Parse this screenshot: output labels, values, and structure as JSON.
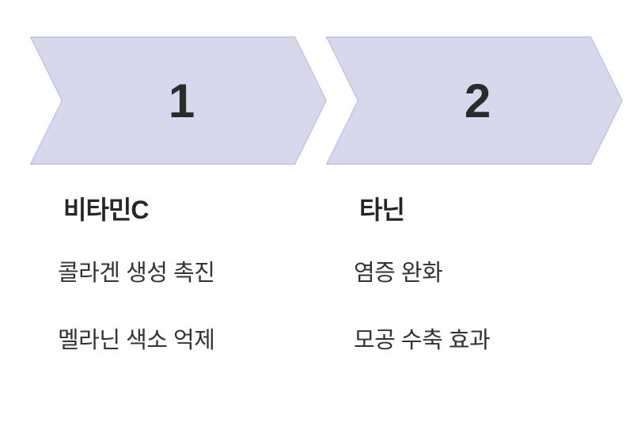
{
  "background_color": "#FFFFFF",
  "chevron": {
    "fill_color": "#D7D8EB",
    "border_color": "#C5C6DE",
    "number_color": "#2B2B2B"
  },
  "text_colors": {
    "heading": "#262626",
    "body": "#333333"
  },
  "steps": [
    {
      "number": "1",
      "heading": "비타민C",
      "lines": [
        "콜라겐 생성 촉진",
        "멜라닌 색소 억제"
      ]
    },
    {
      "number": "2",
      "heading": "타닌",
      "lines": [
        "염증 완화",
        "모공 수축 효과"
      ]
    }
  ]
}
